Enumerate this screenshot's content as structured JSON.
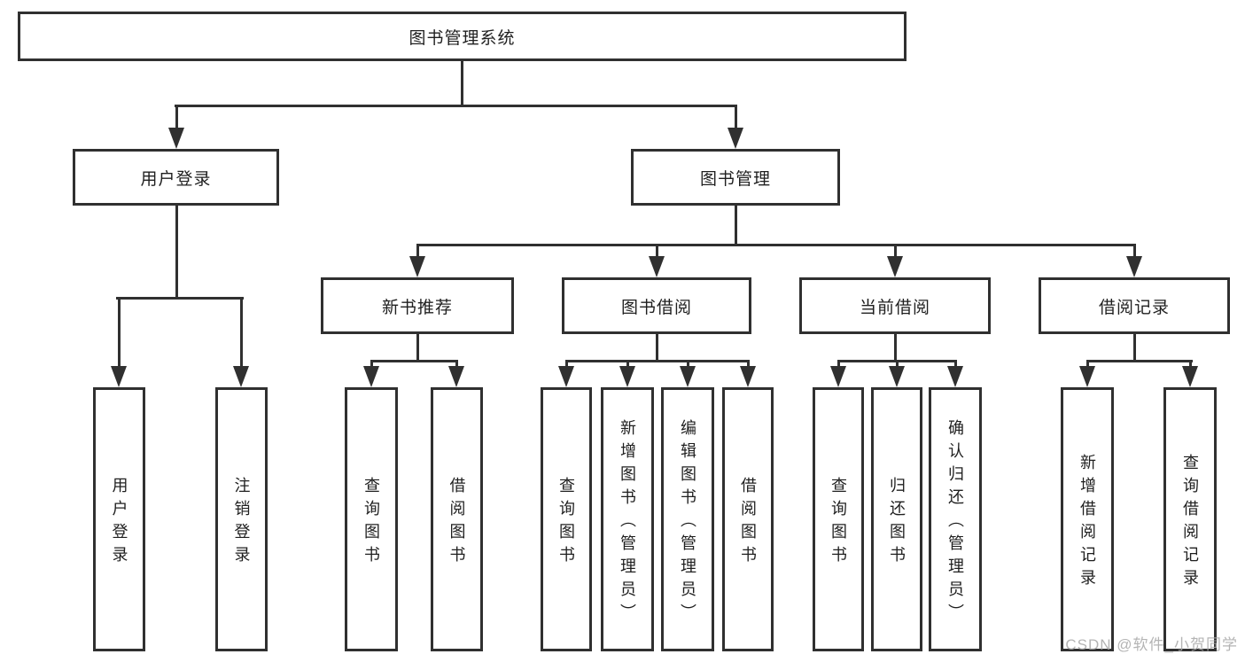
{
  "diagram": {
    "title": "图书管理系统",
    "root": {
      "label": "图书管理系统"
    },
    "level2": [
      {
        "label": "用户登录"
      },
      {
        "label": "图书管理"
      }
    ],
    "level3": [
      {
        "label": "新书推荐"
      },
      {
        "label": "图书借阅"
      },
      {
        "label": "当前借阅"
      },
      {
        "label": "借阅记录"
      }
    ],
    "leaves": {
      "user_login": [
        "用户登录",
        "注销登录"
      ],
      "new_book_recommend": [
        "查询图书",
        "借阅图书"
      ],
      "book_borrow": [
        "查询图书",
        "新增图书（管理员）",
        "编辑图书（管理员）",
        "借阅图书"
      ],
      "current_borrow": [
        "查询图书",
        "归还图书",
        "确认归还（管理员）"
      ],
      "borrow_records": [
        "新增借阅记录",
        "查询借阅记录"
      ]
    }
  },
  "watermark": {
    "text": "CSDN @软件_小贺同学"
  },
  "colors": {
    "line": "#303030",
    "text": "#1f1f1f",
    "watermark": "#a8a8a8",
    "background": "#ffffff"
  }
}
